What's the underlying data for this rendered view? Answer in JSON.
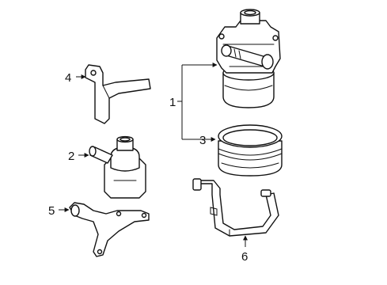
{
  "diagram": {
    "background": "#ffffff",
    "line_color": "#111111",
    "callouts": [
      {
        "id": "1",
        "label": "1"
      },
      {
        "id": "2",
        "label": "2"
      },
      {
        "id": "3",
        "label": "3"
      },
      {
        "id": "4",
        "label": "4"
      },
      {
        "id": "5",
        "label": "5"
      },
      {
        "id": "6",
        "label": "6"
      }
    ]
  }
}
